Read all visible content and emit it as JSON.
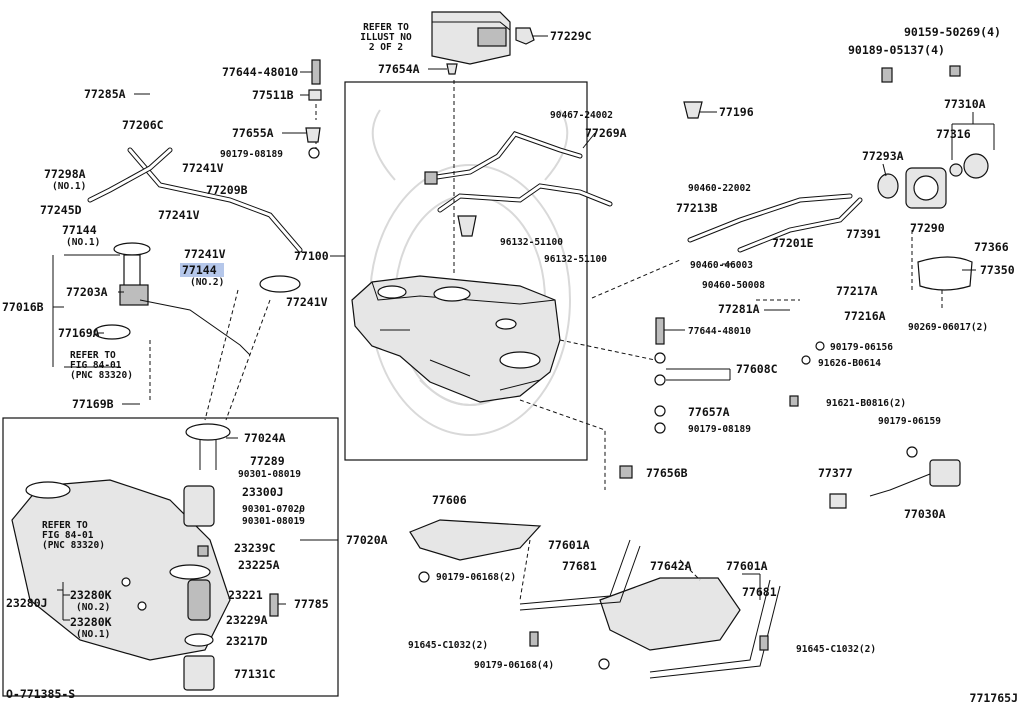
{
  "labels": {
    "p77229C": "77229C",
    "p90159": "90159-50269(4)",
    "p90189": "90189-05137(4)",
    "p77644a": "77644-48010",
    "p77654A": "77654A",
    "p77285A": "77285A",
    "p77511B": "77511B",
    "p77196": "77196",
    "p90467": "90467-24002",
    "p77269A": "77269A",
    "p77310A": "77310A",
    "p77316": "77316",
    "p77206C": "77206C",
    "p77655A": "77655A",
    "p90179a": "90179-08189",
    "p77298A": "77298A",
    "p77298A_sub": "(NO.1)",
    "p77241Va": "77241V",
    "p77209B": "77209B",
    "p77245D": "77245D",
    "p77241Vb": "77241V",
    "p77144a": "77144",
    "p77144a_sub": "(NO.1)",
    "p77293A": "77293A",
    "p90460a": "90460-22002",
    "p77213B": "77213B",
    "p77201E": "77201E",
    "p77391": "77391",
    "p77290": "77290",
    "p96132a": "96132-51100",
    "p96132b": "96132-51100",
    "p77366": "77366",
    "p77241Vc": "77241V",
    "p77100": "77100",
    "p77144b": "77144",
    "p77144b_sub": "(NO.2)",
    "p90460b": "90460-46003",
    "p77350": "77350",
    "p90460c": "90460-50008",
    "p77217A": "77217A",
    "p77016B": "77016B",
    "p77203A": "77203A",
    "p77241Vd": "77241V",
    "p77281A": "77281A",
    "p77216A": "77216A",
    "p90269": "90269-06017(2)",
    "p77644b": "77644-48010",
    "p90179b": "90179-06156",
    "p77169A": "77169A",
    "p91626": "91626-B0614",
    "p77608C": "77608C",
    "p91621": "91621-B0816(2)",
    "p77169B": "77169B",
    "p77657A": "77657A",
    "p90179c": "90179-08189",
    "p90179d": "90179-06159",
    "p77024A": "77024A",
    "p77289": "77289",
    "p90301a": "90301-08019",
    "p77656B": "77656B",
    "p77377": "77377",
    "p23300J": "23300J",
    "p77606": "77606",
    "p77030A": "77030A",
    "p90301b": "90301-07020",
    "p90301c": "90301-08019",
    "p77020A": "77020A",
    "p23239C": "23239C",
    "p77601Aa": "77601A",
    "p77681a": "77681",
    "p77642A": "77642A",
    "p77601Ab": "77601A",
    "p77681b": "77681",
    "p23225A": "23225A",
    "p90179e": "90179-06168(2)",
    "p23280J": "23280J",
    "p23280Ka": "23280K",
    "p23280Ka_sub": "(NO.2)",
    "p23221": "23221",
    "p77785": "77785",
    "p23280Kb": "23280K",
    "p23280Kb_sub": "(NO.1)",
    "p23229A": "23229A",
    "p91645a": "91645-C1032(2)",
    "p91645b": "91645-C1032(2)",
    "p23217D": "23217D",
    "p90179f": "90179-06168(4)",
    "p77131C": "77131C"
  },
  "notes": {
    "refer_illust": [
      "REFER TO",
      "ILLUST NO",
      "2 OF 2"
    ],
    "refer_fig_upper": [
      "REFER TO",
      "FIG 84-01",
      "(PNC 83320)"
    ],
    "refer_fig_lower": [
      "REFER TO",
      "FIG 84-01",
      "(PNC 83320)"
    ]
  },
  "footer": {
    "left_code": "O-771385-S",
    "right_code": "771765J"
  },
  "colors": {
    "highlight": "#b5c7ea",
    "line": "#111111",
    "watermark": "#d9d9d9"
  }
}
